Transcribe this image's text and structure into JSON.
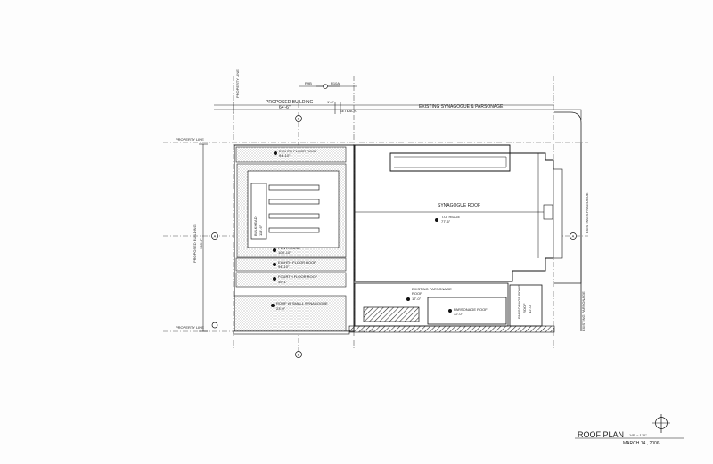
{
  "top_labels": {
    "property_line": "PROPERTY LINE",
    "r9b": "R9B",
    "r10a": "R10A",
    "proposed_building": "PROPOSED BUILDING",
    "proposed_building_dim": "64'-6\"",
    "setback_dim": "1'-6\"",
    "setback": "SETBACK",
    "existing_synagogue_parsonage": "EXISTING SYNAGOGUE & PARSONAGE"
  },
  "left_labels": {
    "property_line_top": "PROPERTY LINE",
    "property_line_bottom": "PROPERTY LINE",
    "proposed_building": "PROPOSED BUILDING",
    "proposed_building_dim": "100'-0\""
  },
  "roofs": {
    "eighth_floor_top": {
      "label": "EIGHTH FLOOR ROOF",
      "elev": "94'-10\""
    },
    "bulkhead": {
      "label": "BULKHEAD",
      "elev": "118'-6\""
    },
    "penthouse": {
      "label": "PENTHOUSE",
      "elev": "108'-10\""
    },
    "eighth_floor_bottom": {
      "label": "EIGHTH FLOOR ROOF",
      "elev": "94'-10\""
    },
    "fourth_floor": {
      "label": "FOURTH FLOOR ROOF",
      "elev": "49'-1\""
    },
    "small_synagogue": {
      "label": "ROOF @ SMALL SYNAGOGUE",
      "elev": "23'-0\""
    },
    "synagogue": {
      "label": "SYNAGOGUE ROOF",
      "ridge": "T.O. RIDGE",
      "elev": "77'-6\""
    },
    "existing_parsonage": {
      "label": "EXISTING PARSONAGE ROOF",
      "elev": "17'-0\""
    },
    "parsonage": {
      "label": "PARSONAGE ROOF",
      "elev": "32'-0\""
    },
    "parsonage_small": {
      "label": "PARSONAGE ROOF",
      "elev": "42'-0\""
    }
  },
  "right_labels": {
    "existing_synagogue": "EXISTING SYNAGOGUE",
    "existing_parsonage": "EXISTING PARSONAGE"
  },
  "grid_markers": {
    "b": "B",
    "a": "A"
  },
  "title_block": {
    "title": "ROOF PLAN",
    "scale": "1/8\" = 1'-0\"",
    "date": "MARCH 14 , 2006"
  }
}
